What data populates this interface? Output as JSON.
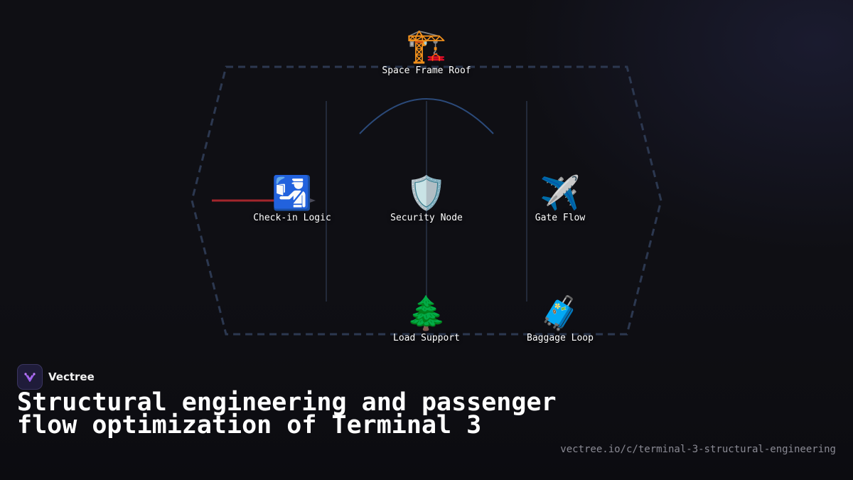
{
  "diagram": {
    "nodes": [
      {
        "id": "space-frame-roof",
        "emoji": "🏗️",
        "label": "Space Frame Roof"
      },
      {
        "id": "check-in-logic",
        "emoji": "🛂",
        "label": "Check-in Logic"
      },
      {
        "id": "security-node",
        "emoji": "🛡️",
        "label": "Security Node"
      },
      {
        "id": "gate-flow",
        "emoji": "✈️",
        "label": "Gate Flow"
      },
      {
        "id": "load-support",
        "emoji": "🌲",
        "label": "Load Support"
      },
      {
        "id": "baggage-loop",
        "emoji": "🧳",
        "label": "Baggage Loop"
      }
    ],
    "colors": {
      "hexagon_stroke": "#2c3850",
      "column_stroke": "#2a3346",
      "arch_stroke": "#2b4a7a",
      "flow_arrow": "#a3262c",
      "arrow_head": "#4a4a58"
    }
  },
  "brand": {
    "name": "Vectree",
    "logo_icon": "vectree-logo-icon"
  },
  "title": "Structural engineering and passenger flow optimization of Terminal 3",
  "url": "vectree.io/c/terminal-3-structural-engineering"
}
